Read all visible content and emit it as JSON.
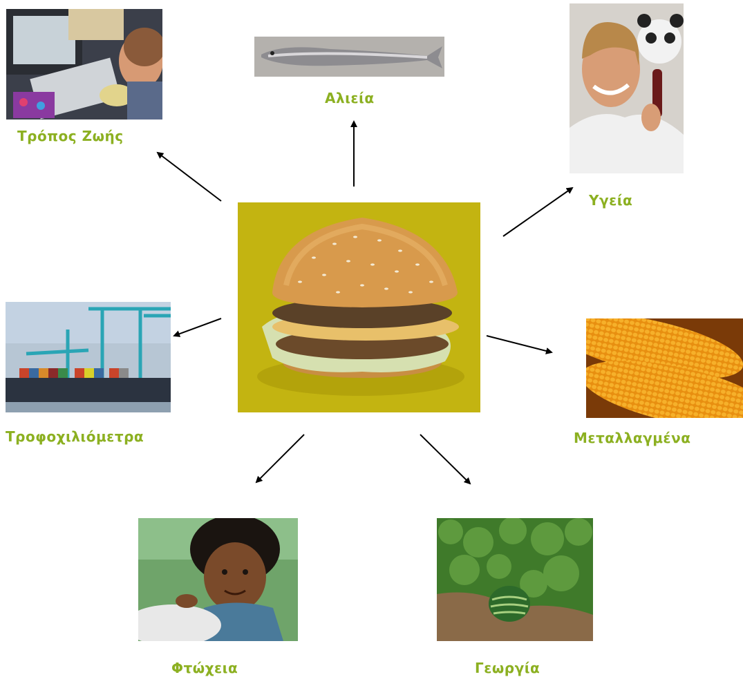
{
  "accent_color": "#8cb021",
  "center": {
    "icon": "burger-photo"
  },
  "topics": [
    {
      "id": "lifestyle",
      "label": "Τρόπος Ζωής",
      "icon": "computer-desk-photo"
    },
    {
      "id": "fishing",
      "label": "Αλιεία",
      "icon": "fish-photo"
    },
    {
      "id": "health",
      "label": "Υγεία",
      "icon": "scientist-photo"
    },
    {
      "id": "food-miles",
      "label": "Τροφοχιλιόμετρα",
      "icon": "cargo-ship-photo"
    },
    {
      "id": "gmo",
      "label": "Μεταλλαγμένα",
      "icon": "corn-photo"
    },
    {
      "id": "poverty",
      "label": "Φτώχεια",
      "icon": "child-photo"
    },
    {
      "id": "agriculture",
      "label": "Γεωργία",
      "icon": "watermelon-field-photo"
    }
  ]
}
